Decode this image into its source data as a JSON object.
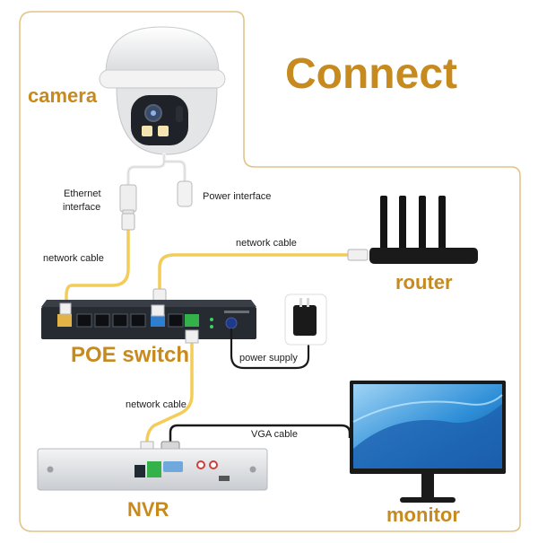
{
  "title": "Connect",
  "devices": {
    "camera": "camera",
    "poe_switch": "POE switch",
    "router": "router",
    "nvr": "NVR",
    "monitor": "monitor"
  },
  "annotations": {
    "ethernet_interface_line1": "Ethernet",
    "ethernet_interface_line2": "interface",
    "power_interface": "Power interface",
    "network_cable_camera": "network cable",
    "network_cable_router": "network cable",
    "network_cable_nvr": "network cable",
    "power_supply": "power supply",
    "vga_cable": "VGA cable"
  },
  "colors": {
    "accent": "#c78a1f",
    "frame": "#e2c48a",
    "network_cable": "#f4cc58",
    "power_cable": "#1a1a1a",
    "switch_body": "#262a31",
    "port_yellow": "#e3b445",
    "port_blue": "#2e7fd0",
    "port_green": "#34b24a",
    "screen_blue": "#2f8fd8"
  }
}
